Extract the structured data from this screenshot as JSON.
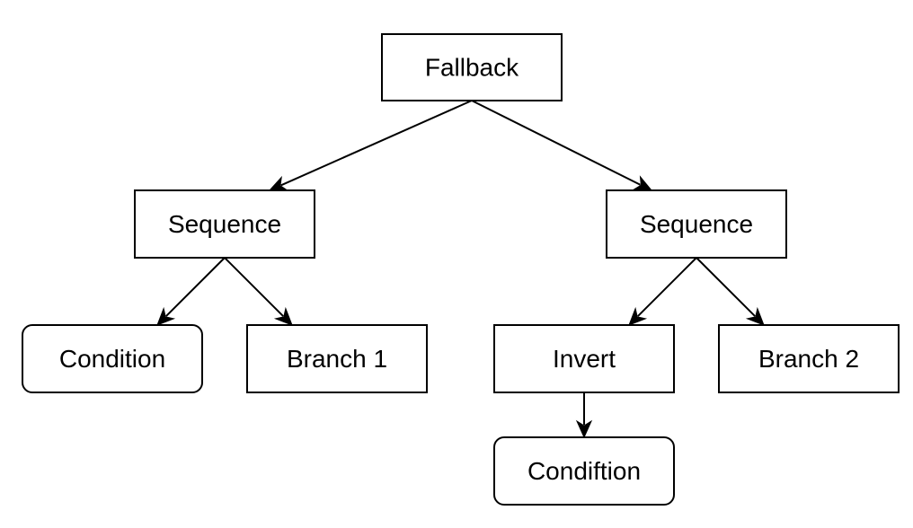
{
  "nodes": [
    {
      "id": "fallback",
      "label": "Fallback",
      "shape": "rect"
    },
    {
      "id": "sequence-left",
      "label": "Sequence",
      "shape": "rect"
    },
    {
      "id": "sequence-right",
      "label": "Sequence",
      "shape": "rect"
    },
    {
      "id": "condition",
      "label": "Condition",
      "shape": "rounded"
    },
    {
      "id": "branch-1",
      "label": "Branch 1",
      "shape": "rect"
    },
    {
      "id": "invert",
      "label": "Invert",
      "shape": "rect"
    },
    {
      "id": "branch-2",
      "label": "Branch 2",
      "shape": "rect"
    },
    {
      "id": "condiftion",
      "label": "Condiftion",
      "shape": "rounded"
    }
  ],
  "edges": [
    {
      "from": "fallback",
      "to": "sequence-left"
    },
    {
      "from": "fallback",
      "to": "sequence-right"
    },
    {
      "from": "sequence-left",
      "to": "condition"
    },
    {
      "from": "sequence-left",
      "to": "branch-1"
    },
    {
      "from": "sequence-right",
      "to": "invert"
    },
    {
      "from": "sequence-right",
      "to": "branch-2"
    },
    {
      "from": "invert",
      "to": "condiftion"
    }
  ],
  "colors": {
    "stroke": "#000000",
    "fill": "#ffffff",
    "text": "#000000"
  }
}
